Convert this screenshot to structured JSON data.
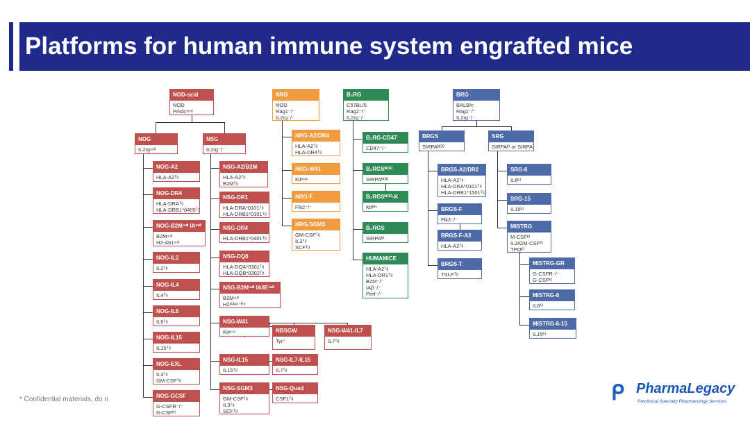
{
  "slide": {
    "title": "Platforms for human immune system engrafted mice",
    "footnote": "* Confidential materials, do n",
    "logo": {
      "name": "PharmaLegacy",
      "tagline": "Preclinical Specialty Pharmacology Services",
      "mark_icon": "pharmalegacy-p-icon"
    }
  },
  "colors": {
    "title_bar": "#1f2a8a",
    "nod_family": "#c0504d",
    "nrg_family": "#f19a3e",
    "b2rg_family": "#2e8b57",
    "brg_family": "#4f6aa8"
  },
  "nodes": [
    {
      "id": "nod-scid",
      "title": "NOD-scid",
      "lines": [
        "NOD",
        "Prkdcˢᶜⁱᵈ"
      ],
      "color": "red"
    },
    {
      "id": "nog",
      "title": "NOG",
      "lines": [
        "IL2rgⁿᵘˡˡ"
      ],
      "color": "red"
    },
    {
      "id": "nsg",
      "title": "NSG",
      "lines": [
        "IL2rg⁻/⁻"
      ],
      "color": "red"
    },
    {
      "id": "nog-a2",
      "title": "NOG-A2",
      "lines": [
        "HLA-A2ᵀᵍ"
      ],
      "color": "red"
    },
    {
      "id": "nog-dr4",
      "title": "NOG-DR4",
      "lines": [
        "HLA-DRAᵀᵍ",
        "HLA-DRB1*0405ᵀᵍ"
      ],
      "color": "red"
    },
    {
      "id": "nog-b2m-ia",
      "title": "NOG-B2Mⁿᵘˡˡ IAⁿᵘˡˡ",
      "lines": [
        "B2Mⁿᵘˡˡ",
        "H2-Ab1ⁿᵘˡˡ"
      ],
      "color": "red"
    },
    {
      "id": "nog-il2",
      "title": "NOG-IL2",
      "lines": [
        "IL2ᵀᵍ"
      ],
      "color": "red"
    },
    {
      "id": "nog-il4",
      "title": "NOG-IL4",
      "lines": [
        "IL4ᵀᵍ"
      ],
      "color": "red"
    },
    {
      "id": "nog-il6",
      "title": "NOG-IL6",
      "lines": [
        "IL6ᵀᵍ"
      ],
      "color": "red"
    },
    {
      "id": "nog-il15",
      "title": "NOG-IL15",
      "lines": [
        "IL15ᵀᵍ"
      ],
      "color": "red"
    },
    {
      "id": "nog-exl",
      "title": "NOG-EXL",
      "lines": [
        "IL3ᵀᵍ",
        "GM-CSFᵀᵍ"
      ],
      "color": "red"
    },
    {
      "id": "nog-gcsf",
      "title": "NOG-GCSF",
      "lines": [
        "G-CSFR⁻/⁻",
        "G-CSFᴷᴵ"
      ],
      "color": "red"
    },
    {
      "id": "nsg-a2-b2m",
      "title": "NSG-A2/B2M",
      "lines": [
        "HLA-A2ᵀᵍ",
        "B2Mᵀᵍ"
      ],
      "color": "red"
    },
    {
      "id": "nsg-dr1",
      "title": "NSG-DR1",
      "lines": [
        "HLA-DRA*0101ᵀᵍ",
        "HLA-DRB1*0101ᵀᵍ"
      ],
      "color": "red"
    },
    {
      "id": "nsg-dr4",
      "title": "NSG-DR4",
      "lines": [
        "HLA-DRB1*0401ᵀᵍ"
      ],
      "color": "red"
    },
    {
      "id": "nsg-dq8",
      "title": "NSG-DQ8",
      "lines": [
        "HLA-DQA*0301ᵀᵍ",
        "HLA-DQB*0302ᵀᵍ"
      ],
      "color": "red"
    },
    {
      "id": "nsg-b2m-ia-ie",
      "title": "NSG-B2Mⁿᵘˡˡ IA/IEⁿᵘˡˡ",
      "lines": [
        "B2Mⁿᵘˡˡ",
        "H2ᵈˡᴬᵇ¹⁻ᴱᵃ"
      ],
      "color": "red"
    },
    {
      "id": "nsg-w41",
      "title": "NSG-W41",
      "lines": [
        "Kitʷ⁴¹"
      ],
      "color": "red"
    },
    {
      "id": "nbsgw",
      "title": "NBSGW",
      "lines": [
        "Tyr⁺"
      ],
      "color": "red"
    },
    {
      "id": "nsg-w41-il7",
      "title": "NSG-W41-IL7",
      "lines": [
        "IL7ᵀᵍ"
      ],
      "color": "red"
    },
    {
      "id": "nsg-il15",
      "title": "NSG-IL15",
      "lines": [
        "IL15ᵀᵍ"
      ],
      "color": "red"
    },
    {
      "id": "nsg-il7-il15",
      "title": "NSG-IL7-IL15",
      "lines": [
        "IL7ᵀᵍ"
      ],
      "color": "red"
    },
    {
      "id": "nsg-sgm3",
      "title": "NSG-SGM3",
      "lines": [
        "GM-CSFᵀᵍ",
        "IL3ᵀᵍ",
        "SCFᵀᵍ"
      ],
      "color": "red"
    },
    {
      "id": "nsg-quad",
      "title": "NSG-Quad",
      "lines": [
        "CSF1ᵀᵍ"
      ],
      "color": "red"
    },
    {
      "id": "nrg",
      "title": "NRG",
      "lines": [
        "NOD",
        "Rag1⁻/⁻",
        "IL2rg⁻/⁻"
      ],
      "color": "orange"
    },
    {
      "id": "nrg-a2-dr4",
      "title": "NRG-A2/DR4",
      "lines": [
        "HLA-A2ᵀᵍ",
        "HLA-DR4ᵀᵍ"
      ],
      "color": "orange"
    },
    {
      "id": "nrg-w41",
      "title": "NRG-W41",
      "lines": [
        "Kitʷ⁴¹"
      ],
      "color": "orange"
    },
    {
      "id": "nrg-f",
      "title": "NRG-F",
      "lines": [
        "Flk2⁻/⁻"
      ],
      "color": "orange"
    },
    {
      "id": "nrg-sgm3",
      "title": "NRG-SGM3",
      "lines": [
        "GM-CSFᵀᵍ",
        "IL3ᵀᵍ",
        "SCFᵀᵍ"
      ],
      "color": "orange"
    },
    {
      "id": "b2rg",
      "title": "B₂RG",
      "lines": [
        "C57BL/6",
        "Rag2⁻/⁻",
        "IL2rg⁻/⁻"
      ],
      "color": "green"
    },
    {
      "id": "b2rg-cd47",
      "title": "B₂RG-CD47",
      "lines": [
        "CD47⁻/⁻"
      ],
      "color": "green"
    },
    {
      "id": "b2rgs-nod",
      "title": "B₂RGSᴺᴼᴰ",
      "lines": [
        "SIRPAᴺᴼᴰ"
      ],
      "color": "green"
    },
    {
      "id": "b2rgs-nod-k",
      "title": "B₂RGSᴺᴼᴰ-K",
      "lines": [
        "Kitᵂᵛ"
      ],
      "color": "green"
    },
    {
      "id": "b2rgs",
      "title": "B₂RGS",
      "lines": [
        "SIRPAᴷᴵ"
      ],
      "color": "green"
    },
    {
      "id": "humamice",
      "title": "HUMAMICE",
      "lines": [
        "HLA-A2ᵀᵍ",
        "HLA-DR1ᵀᵍ",
        "B2M⁻/⁻",
        "IAβ⁻/⁻",
        "Perf⁻/⁻"
      ],
      "color": "green"
    },
    {
      "id": "brg",
      "title": "BRG",
      "lines": [
        "BALB/c",
        "Rag2⁻/⁻",
        "IL2rg⁻/⁻"
      ],
      "color": "blue"
    },
    {
      "id": "brgs",
      "title": "BRGS",
      "lines": [
        "SIRPAᴺᴼᴰ"
      ],
      "color": "blue"
    },
    {
      "id": "srg",
      "title": "SRG",
      "lines": [
        "SIRPAᴷᴵ or SIRPAᵀᵍ"
      ],
      "color": "blue"
    },
    {
      "id": "brgs-a2-dr2",
      "title": "BRGS-A2/DR2",
      "lines": [
        "HLA-A2ᵀᵍ",
        "HLA-DRA*0101ᵀᵍ",
        "HLA-DRB1*1501ᵀᵍ"
      ],
      "color": "blue"
    },
    {
      "id": "brgs-f",
      "title": "BRGS-F",
      "lines": [
        "Flk2⁻/⁻"
      ],
      "color": "blue"
    },
    {
      "id": "brgs-f-a2",
      "title": "BRGS-F-A2",
      "lines": [
        "HLA-A2ᵀᵍ"
      ],
      "color": "blue"
    },
    {
      "id": "brgs-t",
      "title": "BRGS-T",
      "lines": [
        "TSLPᵀᵍ"
      ],
      "color": "blue"
    },
    {
      "id": "srg-6",
      "title": "SRG-6",
      "lines": [
        "IL6ᴷᴵ"
      ],
      "color": "blue"
    },
    {
      "id": "srg-15",
      "title": "SRG-15",
      "lines": [
        "IL15ᴷᴵ"
      ],
      "color": "blue"
    },
    {
      "id": "mistrg",
      "title": "MISTRG",
      "lines": [
        "M-CSFᴷᴵ",
        "IL3/GM-CSFᴷᴵ",
        "TPOᴷᴵ"
      ],
      "color": "blue"
    },
    {
      "id": "mistrg-gr",
      "title": "MISTRG-GR",
      "lines": [
        "G-CSFR⁻/⁻",
        "G-CSFᴷᴵ"
      ],
      "color": "blue"
    },
    {
      "id": "mistrg-6",
      "title": "MISTRG-6",
      "lines": [
        "IL6ᴷᴵ"
      ],
      "color": "blue"
    },
    {
      "id": "mistrg-6-15",
      "title": "MISTRG-6-15",
      "lines": [
        "IL15ᴷᴵ"
      ],
      "color": "blue"
    }
  ]
}
